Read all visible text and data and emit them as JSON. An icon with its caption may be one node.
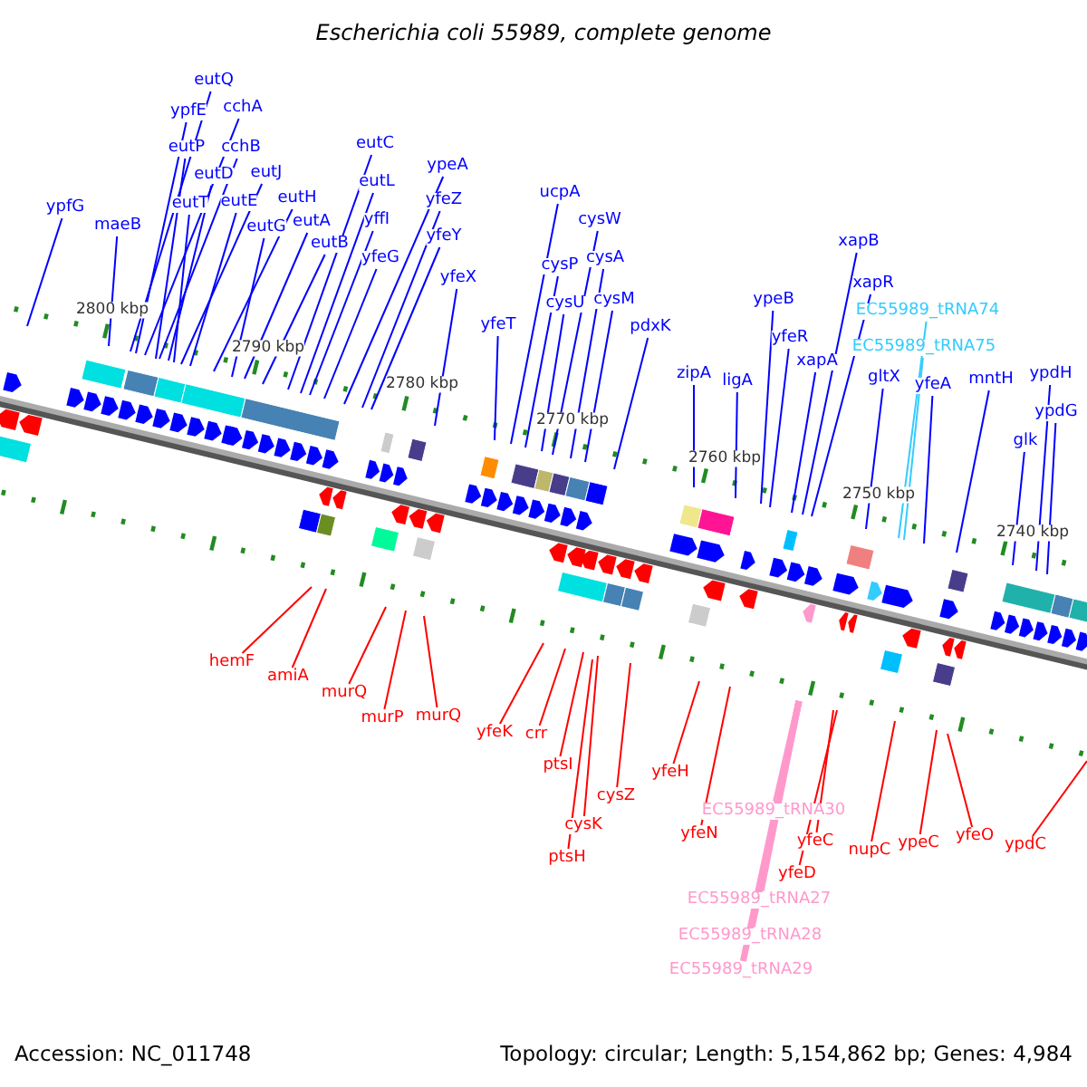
{
  "diagram": {
    "title": "Escherichia coli 55989, complete genome",
    "nodes": [
      {
        "text": [
          "ypfG"
        ]
      },
      {
        "text": [
          "maeB"
        ]
      },
      {
        "text": [
          "eutQ"
        ]
      },
      {
        "text": [
          "ypfE"
        ]
      },
      {
        "text": [
          "cchA"
        ]
      },
      {
        "text": [
          "eutP"
        ]
      },
      {
        "text": [
          "cchB"
        ]
      },
      {
        "text": [
          "eutD"
        ]
      },
      {
        "text": [
          "eutJ"
        ]
      },
      {
        "text": [
          "eutT"
        ]
      },
      {
        "text": [
          "eutE"
        ]
      },
      {
        "text": [
          "eutH"
        ]
      },
      {
        "text": [
          "eutG"
        ]
      },
      {
        "text": [
          "eutA"
        ]
      },
      {
        "text": [
          "eutB"
        ]
      },
      {
        "text": [
          "eutC"
        ]
      },
      {
        "text": [
          "eutL"
        ]
      },
      {
        "text": [
          "yffI"
        ]
      },
      {
        "text": [
          "yfeG"
        ]
      },
      {
        "text": [
          "ypeA"
        ]
      },
      {
        "text": [
          "yfeZ"
        ]
      },
      {
        "text": [
          "yfeY"
        ]
      },
      {
        "text": [
          "yfeX"
        ]
      },
      {
        "text": [
          "yfeT"
        ]
      },
      {
        "text": [
          "ucpA"
        ]
      },
      {
        "text": [
          "cysP"
        ]
      },
      {
        "text": [
          "cysW"
        ]
      },
      {
        "text": [
          "cysU"
        ]
      },
      {
        "text": [
          "cysA"
        ]
      },
      {
        "text": [
          "cysM"
        ]
      },
      {
        "text": [
          "pdxK"
        ]
      },
      {
        "text": [
          "zipA"
        ]
      },
      {
        "text": [
          "ligA"
        ]
      },
      {
        "text": [
          "ypeB"
        ]
      },
      {
        "text": [
          "yfeR"
        ]
      },
      {
        "text": [
          "xapA"
        ]
      },
      {
        "text": [
          "xapB"
        ]
      },
      {
        "text": [
          "xapR"
        ]
      },
      {
        "text": [
          "EC55989_tRNA74"
        ]
      },
      {
        "text": [
          "EC55989_tRNA75"
        ]
      },
      {
        "text": [
          "gltX"
        ]
      },
      {
        "text": [
          "yfeA"
        ]
      },
      {
        "text": [
          "mntH"
        ]
      },
      {
        "text": [
          "ypdH"
        ]
      },
      {
        "text": [
          "ypdG"
        ]
      },
      {
        "text": [
          "glk"
        ]
      },
      {
        "text": [
          "hemF"
        ]
      },
      {
        "text": [
          "amiA"
        ]
      },
      {
        "text": [
          "murQ"
        ]
      },
      {
        "text": [
          "murP"
        ]
      },
      {
        "text": [
          "murQ"
        ]
      },
      {
        "text": [
          "yfeK"
        ]
      },
      {
        "text": [
          "crr"
        ]
      },
      {
        "text": [
          "ptsI"
        ]
      },
      {
        "text": [
          "cysK"
        ]
      },
      {
        "text": [
          "ptsH"
        ]
      },
      {
        "text": [
          "cysZ"
        ]
      },
      {
        "text": [
          "yfeH"
        ]
      },
      {
        "text": [
          "yfeN"
        ]
      },
      {
        "text": [
          "EC55989_tRNA30"
        ]
      },
      {
        "text": [
          "yfeC"
        ]
      },
      {
        "text": [
          "yfeD"
        ]
      },
      {
        "text": [
          "nupC"
        ]
      },
      {
        "text": [
          "ypeC"
        ]
      },
      {
        "text": [
          "yfeO"
        ]
      },
      {
        "text": [
          "ypdC"
        ]
      },
      {
        "text": [
          "EC55989_tRNA27"
        ]
      },
      {
        "text": [
          "EC55989_tRNA28"
        ]
      },
      {
        "text": [
          "EC55989_tRNA29"
        ]
      }
    ],
    "edges": [
      {
        "from": 0,
        "to": null,
        "arrow": "none"
      },
      {
        "from": 1,
        "to": null,
        "arrow": "none"
      },
      {
        "from": 2,
        "to": null,
        "arrow": "none"
      },
      {
        "from": 3,
        "to": null,
        "arrow": "none"
      },
      {
        "from": 4,
        "to": null,
        "arrow": "none"
      },
      {
        "from": 5,
        "to": null,
        "arrow": "none"
      },
      {
        "from": 6,
        "to": null,
        "arrow": "none"
      },
      {
        "from": 7,
        "to": null,
        "arrow": "none"
      },
      {
        "from": 8,
        "to": null,
        "arrow": "none"
      },
      {
        "from": 9,
        "to": null,
        "arrow": "none"
      },
      {
        "from": 10,
        "to": null,
        "arrow": "none"
      },
      {
        "from": 11,
        "to": null,
        "arrow": "none"
      },
      {
        "from": 12,
        "to": null,
        "arrow": "none"
      },
      {
        "from": 13,
        "to": null,
        "arrow": "none"
      },
      {
        "from": 14,
        "to": null,
        "arrow": "none"
      },
      {
        "from": 15,
        "to": null,
        "arrow": "none"
      },
      {
        "from": 16,
        "to": null,
        "arrow": "none"
      },
      {
        "from": 17,
        "to": null,
        "arrow": "none"
      },
      {
        "from": 18,
        "to": null,
        "arrow": "none"
      },
      {
        "from": 19,
        "to": null,
        "arrow": "none"
      },
      {
        "from": 20,
        "to": null,
        "arrow": "none"
      },
      {
        "from": 21,
        "to": null,
        "arrow": "none"
      },
      {
        "from": 22,
        "to": null,
        "arrow": "none"
      },
      {
        "from": 23,
        "to": null,
        "arrow": "none"
      },
      {
        "from": 24,
        "to": null,
        "arrow": "none"
      },
      {
        "from": 25,
        "to": null,
        "arrow": "none"
      },
      {
        "from": 26,
        "to": null,
        "arrow": "none"
      },
      {
        "from": 27,
        "to": null,
        "arrow": "none"
      },
      {
        "from": 28,
        "to": null,
        "arrow": "none"
      },
      {
        "from": 29,
        "to": null,
        "arrow": "none"
      },
      {
        "from": 30,
        "to": null,
        "arrow": "none"
      },
      {
        "from": 31,
        "to": null,
        "arrow": "none"
      },
      {
        "from": 32,
        "to": null,
        "arrow": "none"
      },
      {
        "from": 33,
        "to": null,
        "arrow": "none"
      },
      {
        "from": 34,
        "to": null,
        "arrow": "none"
      },
      {
        "from": 35,
        "to": null,
        "arrow": "none"
      },
      {
        "from": 36,
        "to": null,
        "arrow": "none"
      },
      {
        "from": 37,
        "to": null,
        "arrow": "none"
      },
      {
        "from": 38,
        "to": null,
        "arrow": "none",
        "color": "#33ccff"
      },
      {
        "from": 39,
        "to": null,
        "arrow": "none",
        "color": "#33ccff"
      },
      {
        "from": 40,
        "to": null,
        "arrow": "none"
      },
      {
        "from": 41,
        "to": null,
        "arrow": "none"
      },
      {
        "from": 42,
        "to": null,
        "arrow": "none"
      },
      {
        "from": 43,
        "to": null,
        "arrow": "none"
      },
      {
        "from": 44,
        "to": null,
        "arrow": "none"
      },
      {
        "from": 45,
        "to": null,
        "arrow": "none"
      },
      {
        "from": 46,
        "to": null,
        "arrow": "none",
        "color": "#ff0000"
      },
      {
        "from": 47,
        "to": null,
        "arrow": "none",
        "color": "#ff0000"
      },
      {
        "from": 48,
        "to": null,
        "arrow": "none",
        "color": "#ff0000"
      },
      {
        "from": 49,
        "to": null,
        "arrow": "none",
        "color": "#ff0000"
      },
      {
        "from": 50,
        "to": null,
        "arrow": "none",
        "color": "#ff0000"
      },
      {
        "from": 51,
        "to": null,
        "arrow": "none",
        "color": "#ff0000"
      },
      {
        "from": 52,
        "to": null,
        "arrow": "none",
        "color": "#ff0000"
      },
      {
        "from": 53,
        "to": null,
        "arrow": "none",
        "color": "#ff0000"
      },
      {
        "from": 54,
        "to": null,
        "arrow": "none",
        "color": "#ff0000"
      },
      {
        "from": 55,
        "to": null,
        "arrow": "none",
        "color": "#ff0000"
      },
      {
        "from": 56,
        "to": null,
        "arrow": "none",
        "color": "#ff0000"
      },
      {
        "from": 57,
        "to": null,
        "arrow": "none",
        "color": "#ff0000"
      },
      {
        "from": 58,
        "to": null,
        "arrow": "none",
        "color": "#ff0000"
      },
      {
        "from": 59,
        "to": null,
        "arrow": "none",
        "color": "#ff99cc",
        "style": "thick"
      },
      {
        "from": 60,
        "to": null,
        "arrow": "none",
        "color": "#ff0000"
      },
      {
        "from": 61,
        "to": null,
        "arrow": "none",
        "color": "#ff0000"
      },
      {
        "from": 62,
        "to": null,
        "arrow": "none",
        "color": "#ff0000"
      },
      {
        "from": 63,
        "to": null,
        "arrow": "none",
        "color": "#ff0000"
      },
      {
        "from": 64,
        "to": null,
        "arrow": "none",
        "color": "#ff0000"
      },
      {
        "from": 65,
        "to": null,
        "arrow": "none",
        "color": "#ff0000"
      },
      {
        "from": 66,
        "to": null,
        "arrow": "none",
        "color": "#ff99cc",
        "style": "thick"
      },
      {
        "from": 67,
        "to": null,
        "arrow": "none",
        "color": "#ff99cc",
        "style": "thick"
      },
      {
        "from": 68,
        "to": null,
        "arrow": "none",
        "color": "#ff99cc",
        "style": "thick"
      }
    ],
    "labels": [
      "2800 kbp",
      "2790 kbp",
      "2780 kbp",
      "2770 kbp",
      "2760 kbp",
      "2750 kbp",
      "2740 kbp",
      "Accession: NC_011748",
      "Topology: circular; Length: 5,154,862 bp; Genes: 4,984"
    ]
  }
}
